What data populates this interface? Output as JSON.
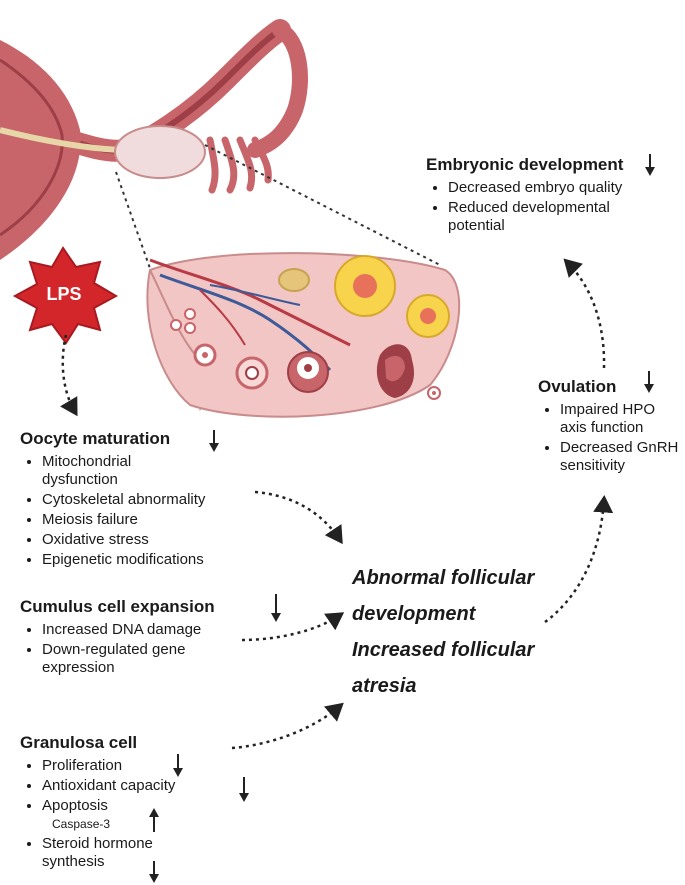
{
  "lps": {
    "label": "LPS"
  },
  "embryonic": {
    "title": "Embryonic development",
    "items": [
      "Decreased embryo quality",
      "Reduced developmental potential"
    ]
  },
  "ovulation": {
    "title": "Ovulation",
    "items": [
      "Impaired HPO axis function",
      "Decreased GnRH sensitivity"
    ]
  },
  "oocyte": {
    "title": "Oocyte maturation",
    "items": [
      "Mitochondrial dysfunction",
      "Cytoskeletal abnormality",
      "Meiosis failure",
      "Oxidative stress",
      "Epigenetic modifications"
    ]
  },
  "cumulus": {
    "title": "Cumulus cell expansion",
    "items": [
      "Increased DNA damage",
      "Down-regulated gene expression"
    ]
  },
  "granulosa": {
    "title": "Granulosa cell",
    "items": [
      "Proliferation",
      "Antioxidant capacity",
      "Apoptosis",
      "Steroid hormone synthesis"
    ],
    "caspase": "Caspase-3"
  },
  "center": {
    "line1": "Abnormal follicular development",
    "line2": "Increased follicular atresia"
  },
  "colors": {
    "uterus": "#c7656a",
    "uterus_dark": "#9e3f47",
    "ovary": "#f2c6c4",
    "ovary_edge": "#c98b8b",
    "follicle": "#f7d44c",
    "follicle_center": "#e8715a",
    "lps": "#d3262b",
    "vessel_red": "#b73a45",
    "vessel_blue": "#3d5a99"
  }
}
